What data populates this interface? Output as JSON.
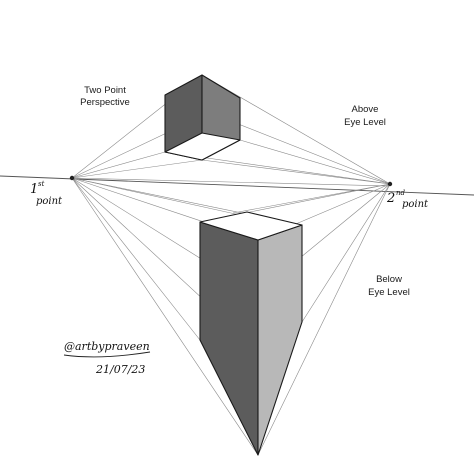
{
  "labels": {
    "title_line1": "Two Point",
    "title_line2": "Perspective",
    "above_line1": "Above",
    "above_line2": "Eye Level",
    "below_line1": "Below",
    "below_line2": "Eye Level"
  },
  "points": {
    "first_number": "1",
    "first_suffix": "st",
    "first_word": "point",
    "second_number": "2",
    "second_suffix": "nd",
    "second_word": "point"
  },
  "signature": {
    "name": "@artbypraveen",
    "date": "21/07/23"
  },
  "colors": {
    "construction_line": "#8a8a8a",
    "horizon_line": "#555555",
    "edge": "#1a1a1a",
    "dark_face": "#5c5c5c",
    "mid_face": "#7d7d7d",
    "light_face": "#b8b8b8",
    "top_face": "#ffffff"
  }
}
